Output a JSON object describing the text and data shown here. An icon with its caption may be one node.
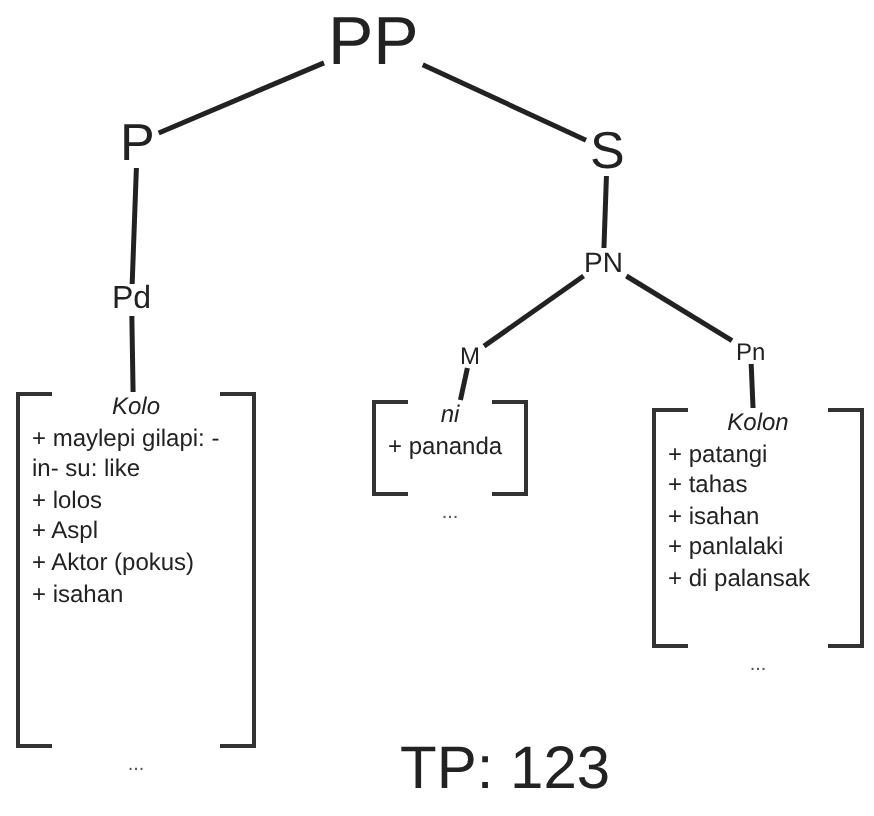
{
  "diagram": {
    "nodes": [
      {
        "text": [
          "PP"
        ]
      },
      {
        "text": [
          "P"
        ]
      },
      {
        "text": [
          "S"
        ]
      },
      {
        "text": [
          "Pd"
        ]
      },
      {
        "text": [
          "Kolo",
          "+ maylepi gilapi: -in- su: like",
          "+ lolos",
          "+ Aspl",
          "+ Aktor (pokus)",
          "+ isahan"
        ],
        "beside": [
          "..."
        ]
      },
      {
        "text": [
          "PN"
        ]
      },
      {
        "text": [
          "M"
        ]
      },
      {
        "text": [
          "Pn"
        ]
      },
      {
        "text": [
          "ni",
          "+ pananda"
        ],
        "beside": [
          "..."
        ]
      },
      {
        "text": [
          "Kolon",
          "+ patangi",
          "+ tahas",
          "+ isahan",
          "+ panlalaki",
          "+ di palansak"
        ],
        "beside": [
          "..."
        ]
      }
    ],
    "edges": [
      {
        "from": 0,
        "to": 1,
        "arrow": "none"
      },
      {
        "from": 0,
        "to": 2,
        "arrow": "none"
      },
      {
        "from": 1,
        "to": 3,
        "arrow": "none"
      },
      {
        "from": 3,
        "to": 4,
        "arrow": "none"
      },
      {
        "from": 2,
        "to": 5,
        "arrow": "none"
      },
      {
        "from": 5,
        "to": 6,
        "arrow": "none"
      },
      {
        "from": 5,
        "to": 7,
        "arrow": "none"
      },
      {
        "from": 6,
        "to": 8,
        "arrow": "none"
      },
      {
        "from": 7,
        "to": 9,
        "arrow": "none"
      }
    ],
    "labels": [
      "TP: 123"
    ]
  }
}
